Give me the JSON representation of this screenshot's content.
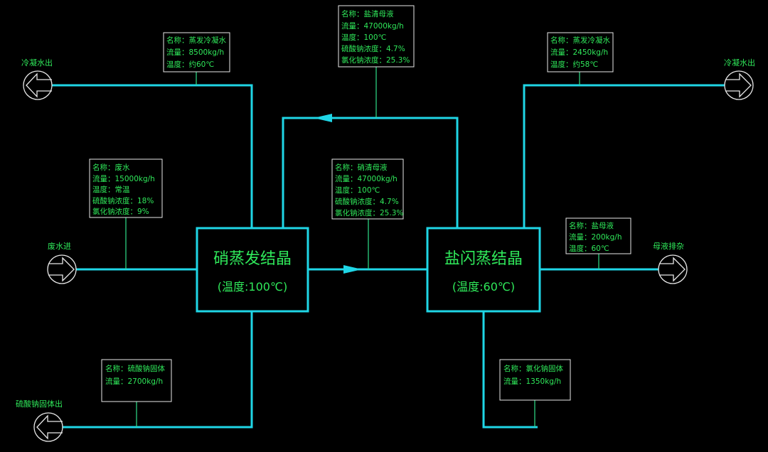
{
  "colors": {
    "pipe": "#1fd6e6",
    "text": "#2fe85a",
    "box_border": "#e8e8e8",
    "background": "#000000"
  },
  "units": {
    "nitrate": {
      "title": "硝蒸发结晶",
      "subtitle": "(温度:100℃)"
    },
    "salt": {
      "title": "盐闪蒸结晶",
      "subtitle": "(温度:60℃)"
    }
  },
  "ports": {
    "condensate_out_left": "冷凝水出",
    "condensate_out_right": "冷凝水出",
    "wastewater_in": "废水进",
    "mother_liquor_out": "母液排杂",
    "sodium_sulfate_out": "硫酸钠固体出"
  },
  "labels": {
    "cond_left": [
      "名称：蒸发冷凝水",
      "流量：8500kg/h",
      "温度：约60℃"
    ],
    "brine_top": [
      "名称：盐清母液",
      "流量：47000kg/h",
      "温度：100℃",
      "硫酸钠浓度：4.7%",
      "氯化钠浓度：25.3%"
    ],
    "cond_right": [
      "名称：蒸发冷凝水",
      "流量：2450kg/h",
      "温度：约58℃"
    ],
    "wastewater": [
      "名称：废水",
      "流量：15000kg/h",
      "温度：常温",
      "硫酸钠浓度：18%",
      "氯化钠浓度：9%"
    ],
    "nitrate_liquor": [
      "名称：硝清母液",
      "流量：47000kg/h",
      "温度：100℃",
      "硫酸钠浓度：4.7%",
      "氯化钠浓度：25.3%"
    ],
    "salt_liquor": [
      "名称：盐母液",
      "流量：200kg/h",
      "温度：60℃"
    ],
    "na2so4_solid": [
      "名称：硫酸钠固体",
      "流量：2700kg/h"
    ],
    "nacl_solid": [
      "名称：氯化钠固体",
      "流量：1350kg/h"
    ]
  }
}
